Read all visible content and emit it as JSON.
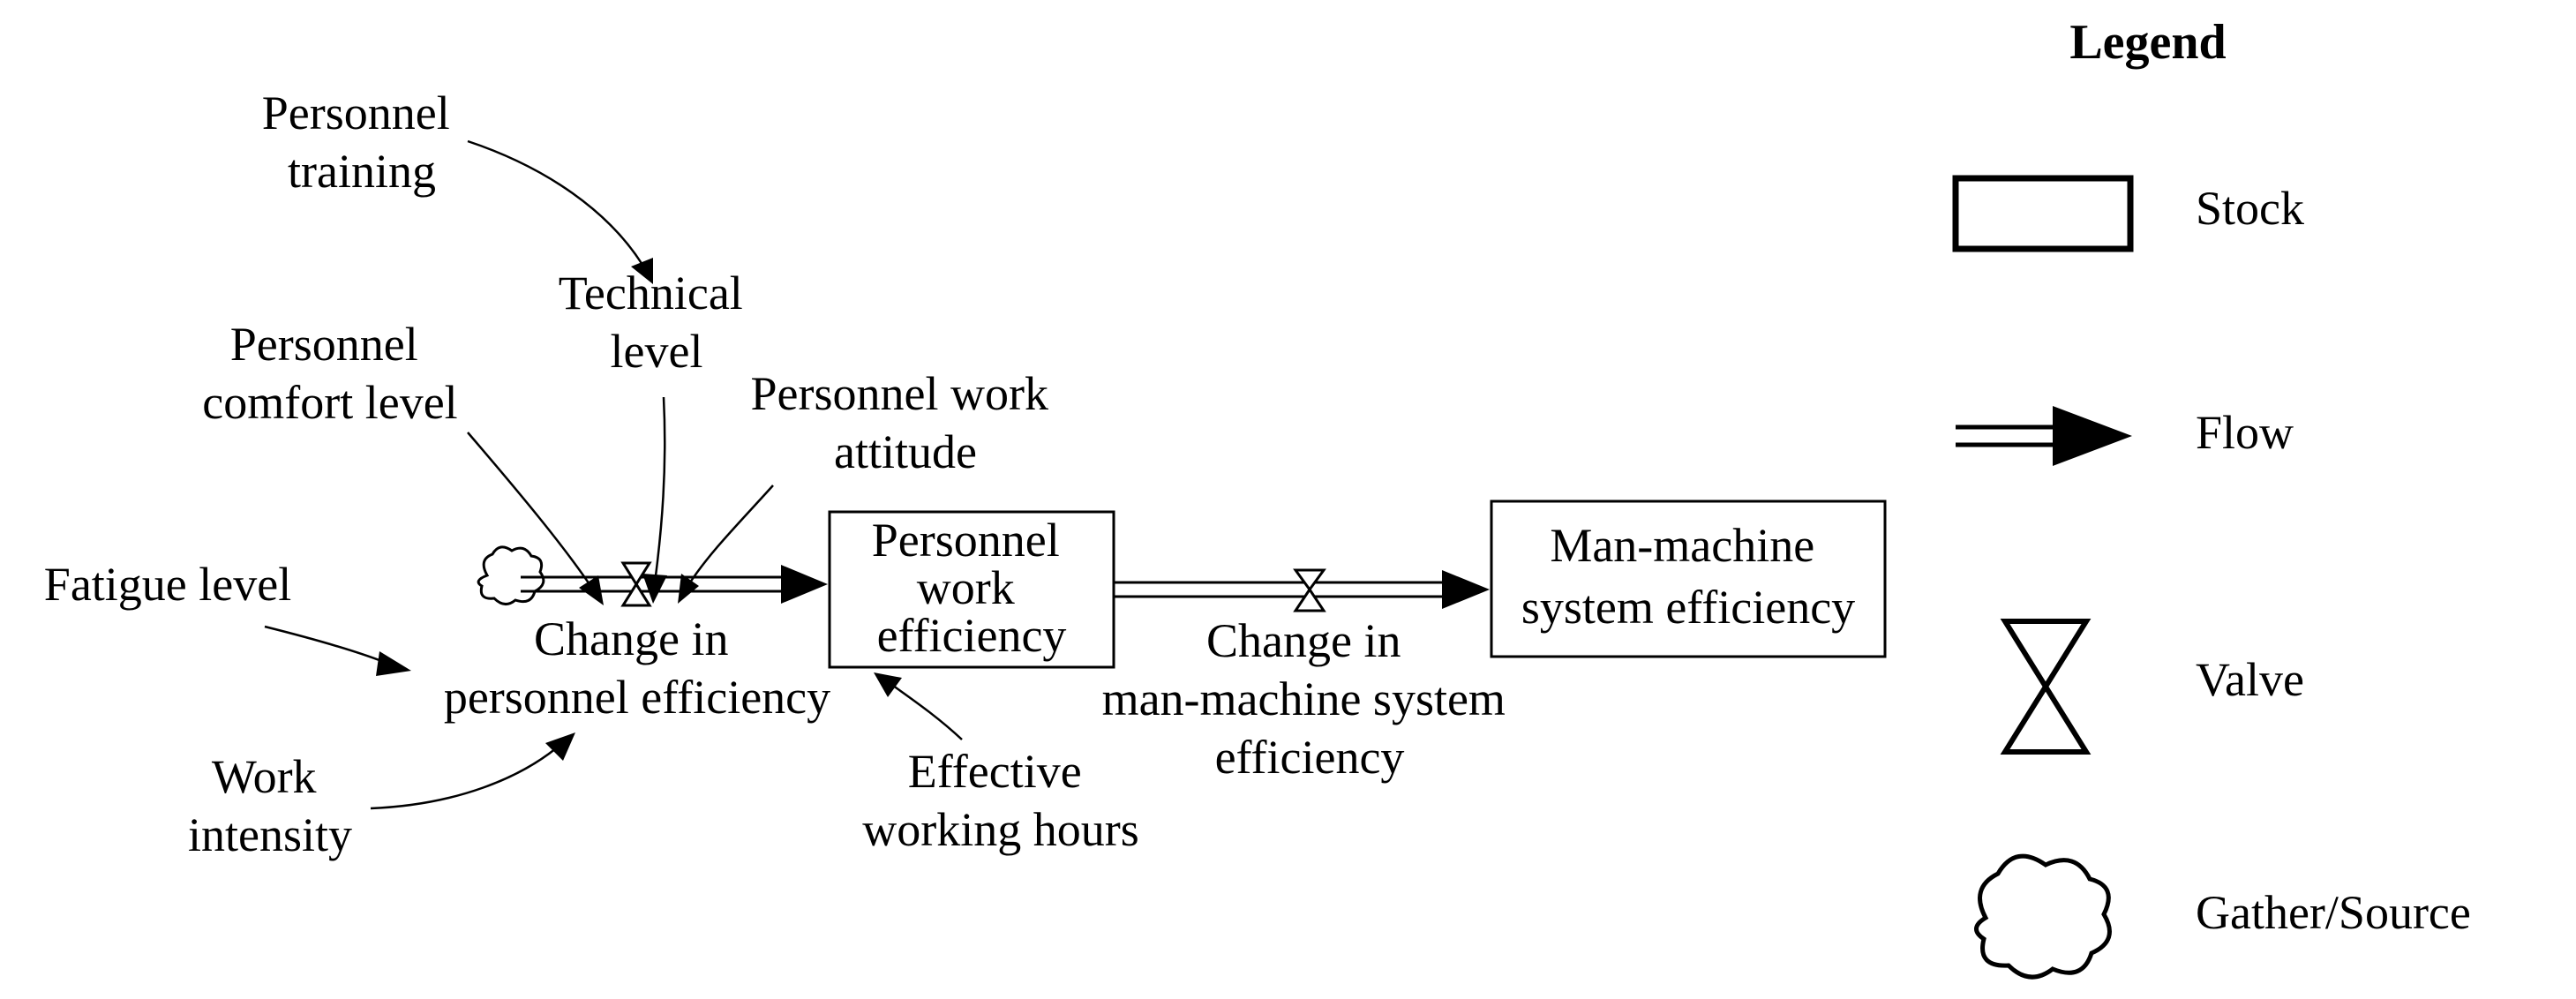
{
  "nodes": {
    "personnel_training": [
      "Personnel",
      "training"
    ],
    "technical_level": [
      "Technical",
      "level"
    ],
    "personnel_comfort_level": [
      "Personnel",
      "comfort level"
    ],
    "personnel_work_attitude": [
      "Personnel work",
      "attitude"
    ],
    "fatigue_level": [
      "Fatigue level"
    ],
    "work_intensity": [
      "Work",
      "intensity"
    ],
    "change_in_personnel_efficiency": [
      "Change in",
      "personnel efficiency"
    ],
    "personnel_work_efficiency": [
      "Personnel",
      "work",
      "efficiency"
    ],
    "effective_working_hours": [
      "Effective",
      "working hours"
    ],
    "change_in_mm_system_efficiency": [
      "Change in",
      "man-machine system",
      "efficiency"
    ],
    "mm_system_efficiency": [
      "Man-machine",
      "system efficiency"
    ]
  },
  "legend": {
    "title": "Legend",
    "items": [
      {
        "label": "Stock",
        "icon": "stock-box-icon"
      },
      {
        "label": "Flow",
        "icon": "flow-arrow-icon"
      },
      {
        "label": "Valve",
        "icon": "valve-icon"
      },
      {
        "label": "Gather/Source",
        "icon": "cloud-source-icon"
      }
    ]
  }
}
